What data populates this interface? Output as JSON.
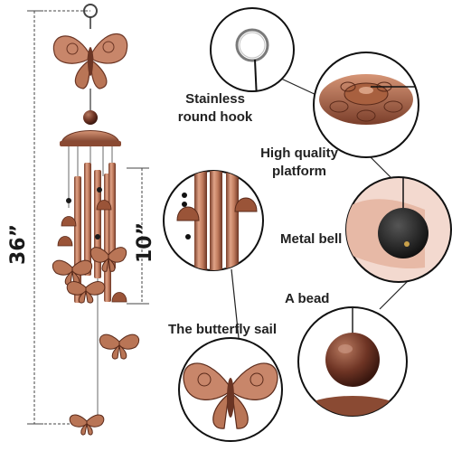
{
  "dimensions": {
    "total_length": "36”",
    "tube_length": "10”"
  },
  "callouts": {
    "hook": "Stainless round hook",
    "platform": "High quality platform",
    "bell": "Metal bell",
    "bead": "A bead",
    "sail": "The butterfly sail"
  },
  "colors": {
    "copper": "#b56a4a",
    "dark_copper": "#6b3524",
    "background": "#ffffff"
  }
}
